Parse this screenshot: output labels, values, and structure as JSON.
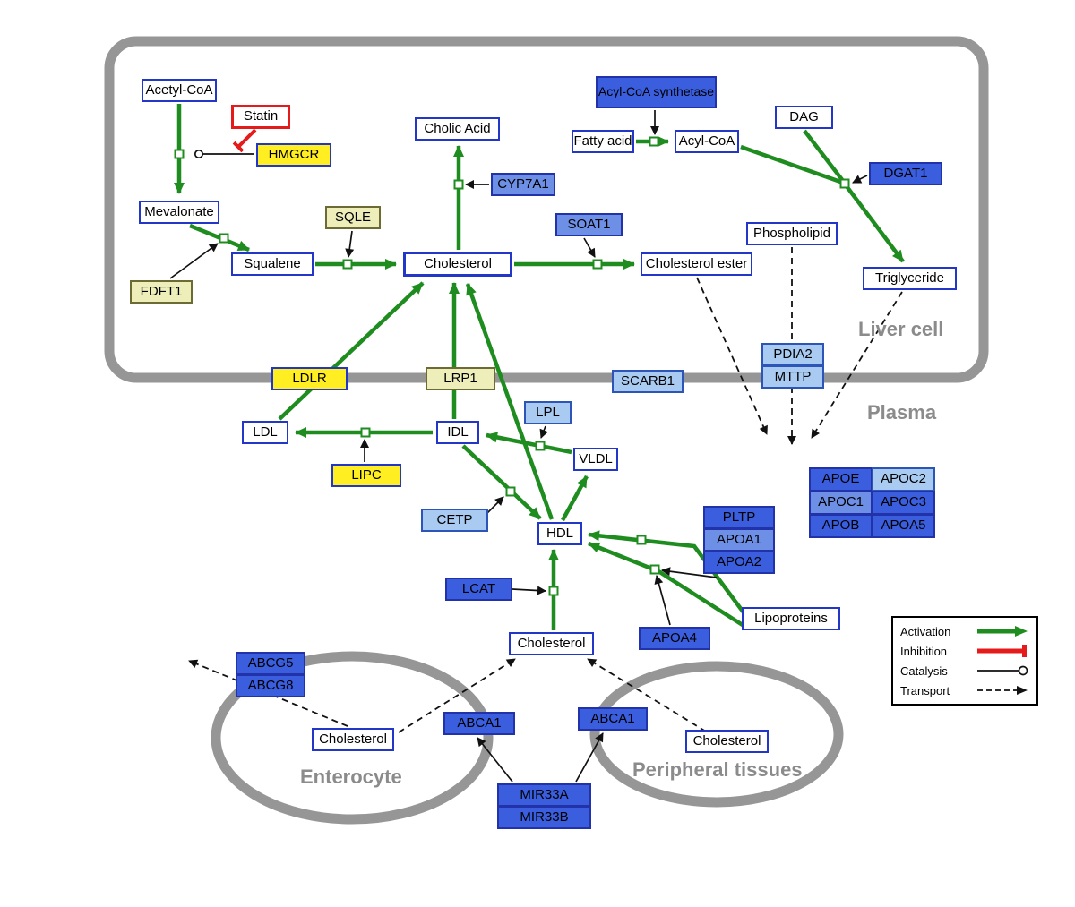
{
  "compartments": {
    "liver": "Liver cell",
    "plasma": "Plasma",
    "enterocyte": "Enterocyte",
    "peripheral": "Peripheral tissues"
  },
  "nodes": {
    "acetyl_coa": "Acetyl-CoA",
    "statin": "Statin",
    "hmgcr": "HMGCR",
    "mevalonate": "Mevalonate",
    "sqle": "SQLE",
    "squalene": "Squalene",
    "fdft1": "FDFT1",
    "cholic_acid": "Cholic Acid",
    "cyp7a1": "CYP7A1",
    "cholesterol_liver": "Cholesterol",
    "soat1": "SOAT1",
    "cholesterol_ester": "Cholesterol ester",
    "acyl_coa_synthetase": "Acyl-CoA synthetase",
    "fatty_acid": "Fatty acid",
    "acyl_coa": "Acyl-CoA",
    "dag": "DAG",
    "dgat1": "DGAT1",
    "phospholipid": "Phospholipid",
    "triglyceride": "Triglyceride",
    "ldlr": "LDLR",
    "lrp1": "LRP1",
    "scarb1": "SCARB1",
    "pdia2": "PDIA2",
    "mttp": "MTTP",
    "ldl": "LDL",
    "idl": "IDL",
    "lpl": "LPL",
    "vldl": "VLDL",
    "lipc": "LIPC",
    "cetp": "CETP",
    "hdl": "HDL",
    "pltp": "PLTP",
    "apoa1": "APOA1",
    "apoa2": "APOA2",
    "lcat": "LCAT",
    "apoa4": "APOA4",
    "lipoproteins": "Lipoproteins",
    "apoe": "APOE",
    "apoc2": "APOC2",
    "apoc1": "APOC1",
    "apoc3": "APOC3",
    "apob": "APOB",
    "apoa5": "APOA5",
    "cholesterol_plasma": "Cholesterol",
    "abcg5": "ABCG5",
    "abcg8": "ABCG8",
    "cholesterol_enterocyte": "Cholesterol",
    "abca1_left": "ABCA1",
    "abca1_right": "ABCA1",
    "cholesterol_peripheral": "Cholesterol",
    "mir33a": "MIR33A",
    "mir33b": "MIR33B"
  },
  "legend": {
    "activation": "Activation",
    "inhibition": "Inhibition",
    "catalysis": "Catalysis",
    "transport": "Transport"
  },
  "colors": {
    "activation": "#1e8c1e",
    "inhibition": "#e51b1b",
    "membrane": "#969696"
  }
}
